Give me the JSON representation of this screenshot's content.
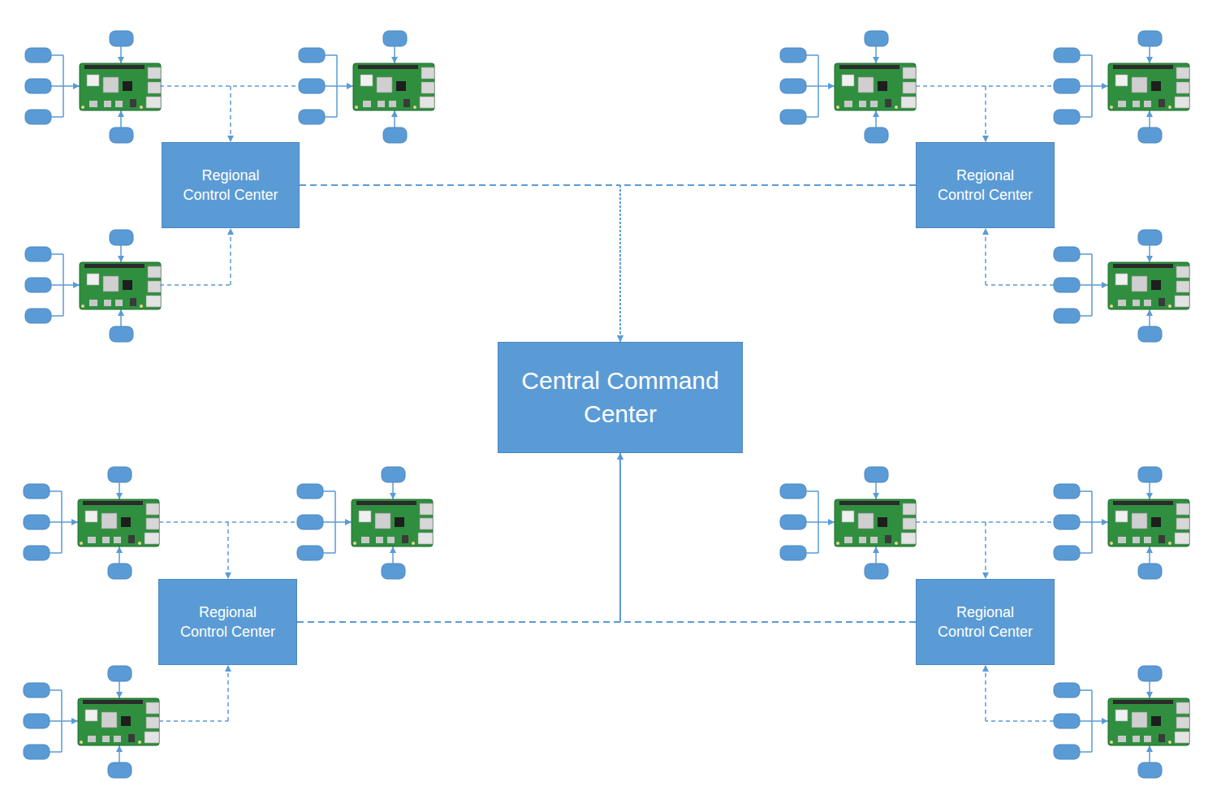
{
  "diagram": {
    "nodes": [
      {
        "text": [
          "Regional Control Center"
        ]
      },
      {
        "text": [
          "Regional Control Center"
        ]
      },
      {
        "text": [
          "Central Command Center"
        ]
      },
      {
        "text": [
          "Regional Control Center"
        ]
      },
      {
        "text": [
          "Regional Control Center"
        ]
      }
    ],
    "edges": [
      {
        "from": 0,
        "to": 2,
        "arrow": "to"
      },
      {
        "from": 1,
        "to": 2,
        "arrow": "to"
      },
      {
        "from": 3,
        "to": 2,
        "arrow": "to"
      },
      {
        "from": 4,
        "to": 2,
        "arrow": "to"
      }
    ]
  }
}
